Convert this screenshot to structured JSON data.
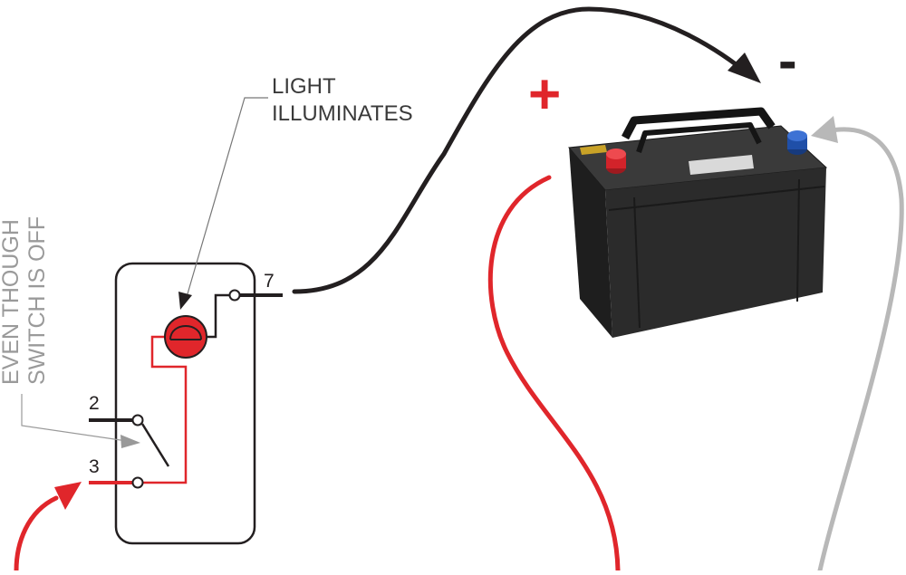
{
  "labels": {
    "light_line1": "LIGHT",
    "light_line2": "ILLUMINATES",
    "switch_note_line1": "EVEN THOUGH",
    "switch_note_line2": "SWITCH IS OFF",
    "terminal_7": "7",
    "terminal_2": "2",
    "terminal_3": "3",
    "plus_sign": "+",
    "minus_sign": "-"
  },
  "colors": {
    "positive_wire": "#e0262b",
    "negative_wire": "#231f20",
    "ground_wire": "#b8b8b8",
    "label_text": "#3a3a3a",
    "note_text": "#9a9a9a",
    "lamp": "#e0262b",
    "battery_body": "#262626",
    "positive_post": "#d2232a",
    "negative_post": "#1f4fa8"
  },
  "icons": {
    "lamp": "lamp-icon",
    "battery": "battery-icon"
  }
}
